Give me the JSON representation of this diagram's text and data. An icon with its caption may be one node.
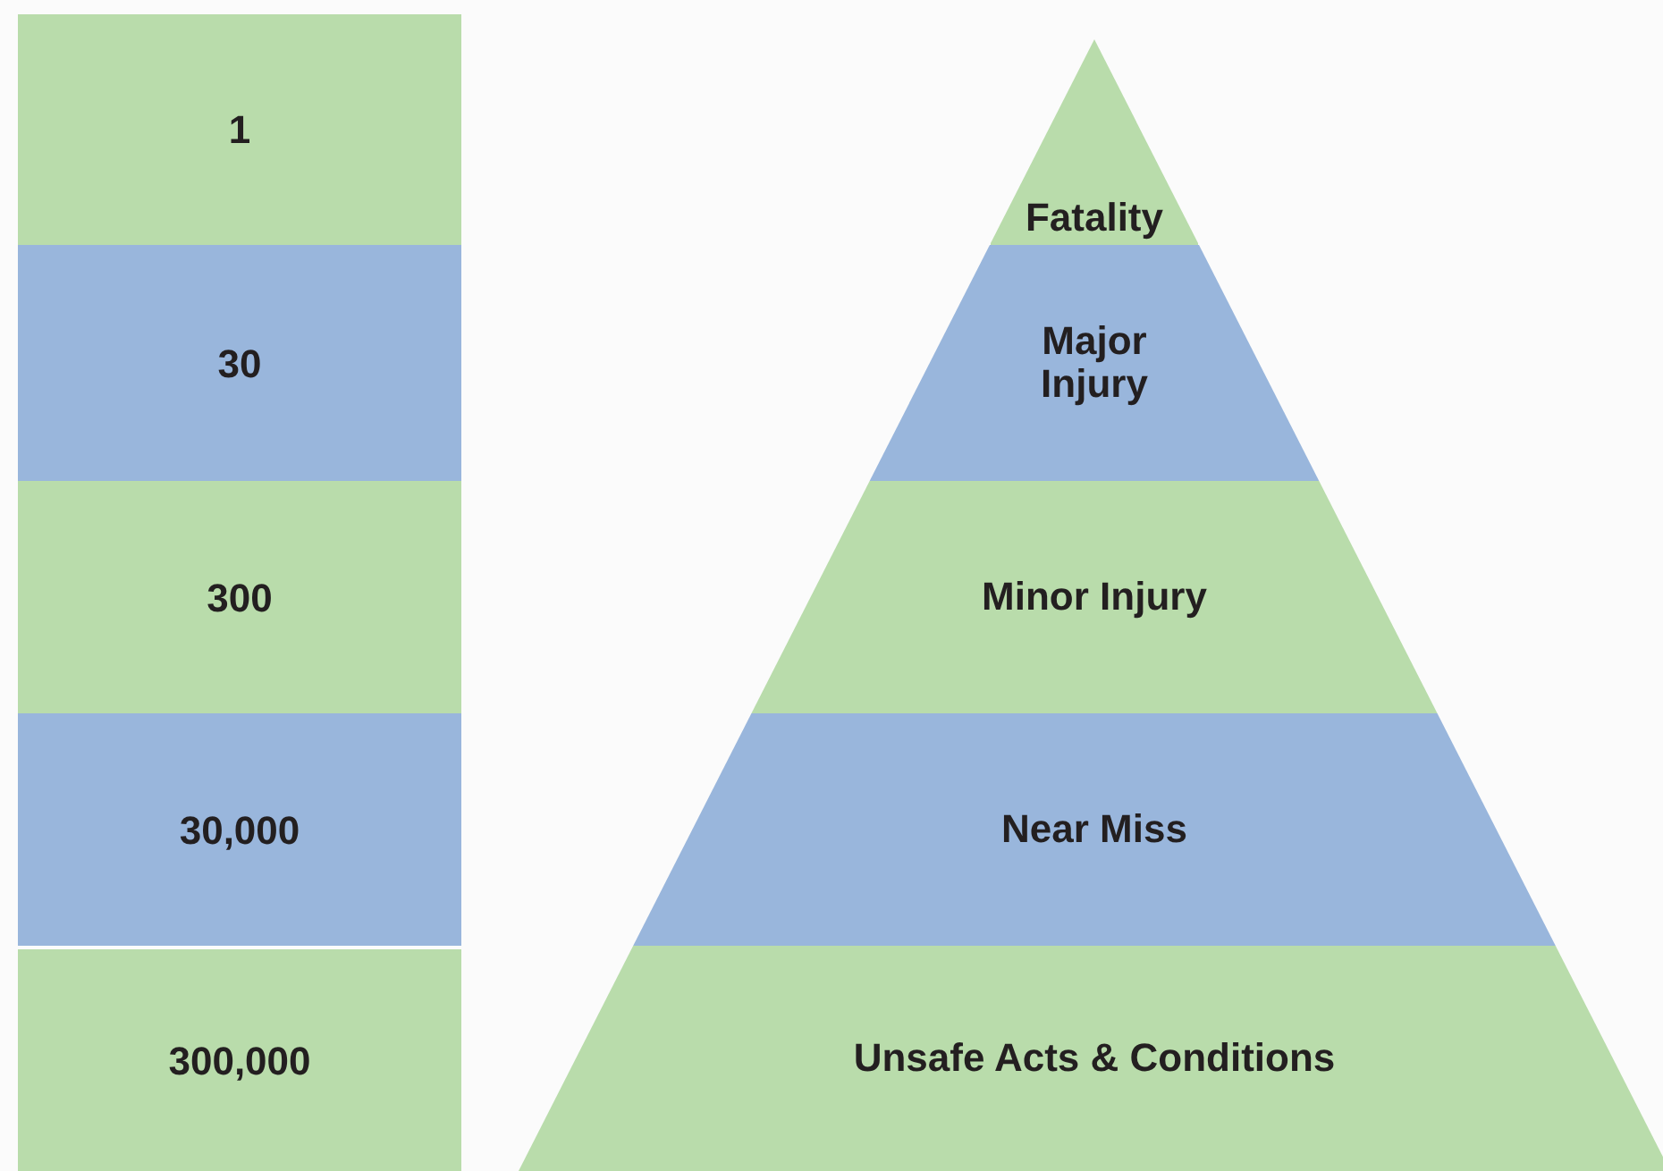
{
  "diagram": {
    "nodes": [
      {
        "text": [
          "1"
        ]
      },
      {
        "text": [
          "30"
        ]
      },
      {
        "text": [
          "300"
        ]
      },
      {
        "text": [
          "30,000"
        ]
      },
      {
        "text": [
          "300,000"
        ]
      },
      {
        "text": [
          "Fatality"
        ]
      },
      {
        "text": [
          "Major Injury"
        ]
      },
      {
        "text": [
          "Minor Injury"
        ]
      },
      {
        "text": [
          "Near Miss"
        ]
      },
      {
        "text": [
          "Unsafe Acts & Conditions"
        ]
      }
    ]
  }
}
